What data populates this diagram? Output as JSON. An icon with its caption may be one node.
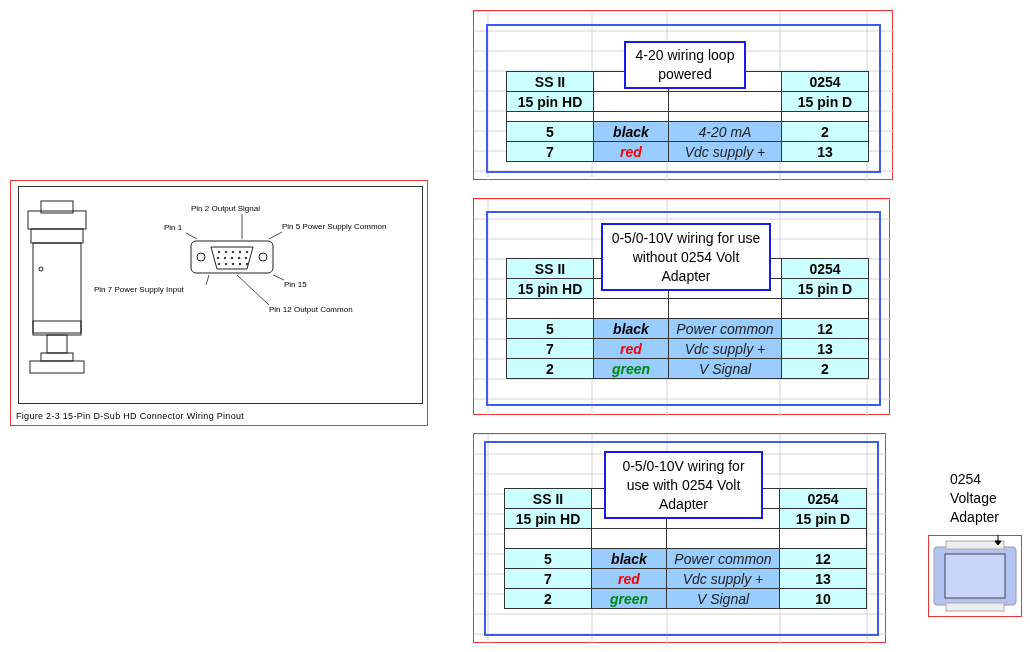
{
  "diagram": {
    "nodes": [
      {
        "text": [
          "Figure 2-3 15-Pin D-Sub HD Connector Wiring Pinout"
        ]
      },
      {
        "text": [
          "Pin 2 Output Signal"
        ],
        "in": 0
      },
      {
        "text": [
          "Pin 1"
        ],
        "in": 0
      },
      {
        "text": [
          "Pin 5 Power Supply Common"
        ],
        "in": 0
      },
      {
        "text": [
          "Pin 7 Power Supply Input"
        ],
        "in": 0
      },
      {
        "text": [
          "Pin 15"
        ],
        "in": 0
      },
      {
        "text": [
          "Pin 12 Output Common"
        ],
        "in": 0
      },
      {
        "text": [],
        "shape": "box"
      },
      {
        "text": [
          "4-20 wiring loop powered"
        ],
        "in": 7
      },
      {
        "text": [],
        "shape": "box"
      },
      {
        "text": [
          "0-5/0-10V wiring for use without 0254 Volt Adapter"
        ],
        "in": 9
      },
      {
        "text": [],
        "shape": "box"
      },
      {
        "text": [
          "0-5/0-10V wiring for use with 0254 Volt Adapter"
        ],
        "in": 11
      },
      {
        "text": [
          "0254 Voltage Adapter"
        ]
      }
    ],
    "edges": [
      {
        "from": 1,
        "to": null,
        "arrow": "none"
      },
      {
        "from": 2,
        "to": null,
        "arrow": "none"
      },
      {
        "from": 3,
        "to": null,
        "arrow": "none"
      },
      {
        "from": 4,
        "to": null,
        "arrow": "none"
      },
      {
        "from": 5,
        "to": null,
        "arrow": "none"
      },
      {
        "from": 6,
        "to": null,
        "arrow": "none"
      }
    ],
    "labels": [
      "SS II",
      "0254",
      "15 pin HD",
      "15 pin D",
      "5",
      "black",
      "4-20 mA",
      "2",
      "7",
      "red",
      "Vdc supply +",
      "13",
      "SS II",
      "0254",
      "15 pin HD",
      "15 pin D",
      "5",
      "black",
      "Power common",
      "12",
      "7",
      "red",
      "Vdc supply +",
      "13",
      "2",
      "green",
      "V Signal",
      "2",
      "SS II",
      "0254",
      "15 pin HD",
      "15 pin D",
      "5",
      "black",
      "Power common",
      "12",
      "7",
      "red",
      "Vdc supply +",
      "13",
      "2",
      "green",
      "V Signal",
      "10"
    ]
  }
}
